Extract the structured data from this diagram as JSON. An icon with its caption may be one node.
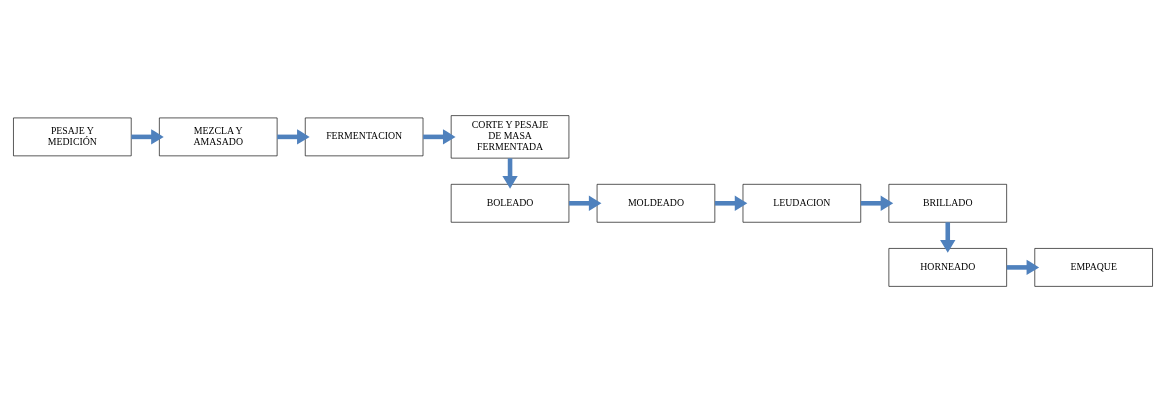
{
  "diagram": {
    "nodes": [
      {
        "text": [
          "PESAJE Y MEDICIÓN"
        ]
      },
      {
        "text": [
          "MEZCLA Y AMASADO"
        ]
      },
      {
        "text": [
          "FERMENTACION"
        ]
      },
      {
        "text": [
          "CORTE Y PESAJE DE MASA FERMENTADA"
        ]
      },
      {
        "text": [
          "BOLEADO"
        ]
      },
      {
        "text": [
          "MOLDEADO"
        ]
      },
      {
        "text": [
          "LEUDACION"
        ]
      },
      {
        "text": [
          "BRILLADO"
        ]
      },
      {
        "text": [
          "HORNEADO"
        ]
      },
      {
        "text": [
          "EMPAQUE"
        ]
      }
    ],
    "edges": [
      {
        "from": 0,
        "to": 1,
        "arrow": "to"
      },
      {
        "from": 1,
        "to": 2,
        "arrow": "to"
      },
      {
        "from": 2,
        "to": 3,
        "arrow": "to"
      },
      {
        "from": 3,
        "to": 4,
        "arrow": "to"
      },
      {
        "from": 4,
        "to": 5,
        "arrow": "to"
      },
      {
        "from": 5,
        "to": 6,
        "arrow": "to"
      },
      {
        "from": 6,
        "to": 7,
        "arrow": "to"
      },
      {
        "from": 7,
        "to": 8,
        "arrow": "to"
      },
      {
        "from": 8,
        "to": 9,
        "arrow": "to"
      }
    ]
  }
}
